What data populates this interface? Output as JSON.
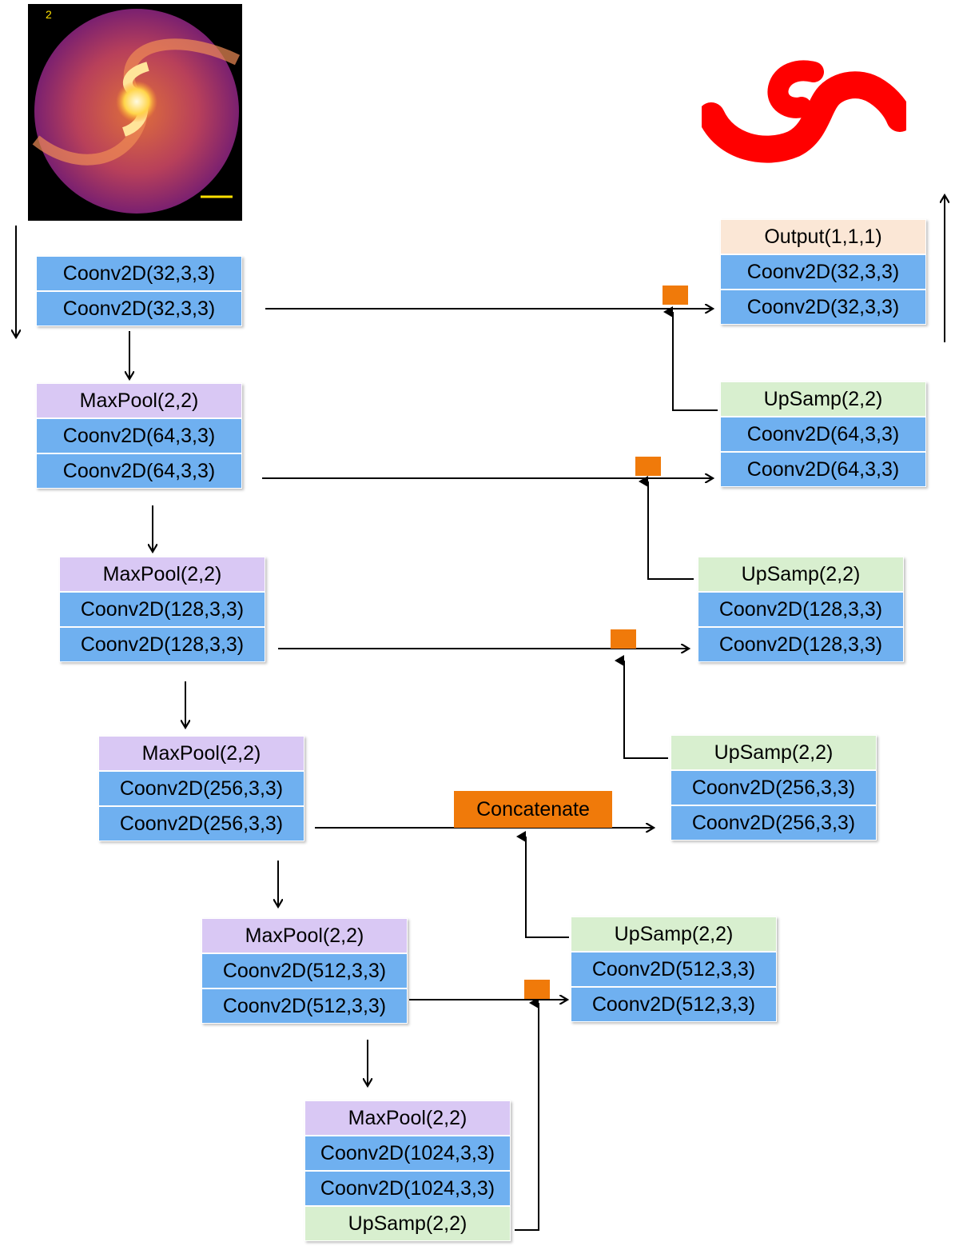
{
  "input_image": {
    "frame_label": "2"
  },
  "encoder": [
    {
      "id": "enc1",
      "rows": [
        {
          "kind": "conv",
          "label": "Coonv2D(32,3,3)"
        },
        {
          "kind": "conv",
          "label": "Coonv2D(32,3,3)"
        }
      ]
    },
    {
      "id": "enc2",
      "rows": [
        {
          "kind": "pool",
          "label": "MaxPool(2,2)"
        },
        {
          "kind": "conv",
          "label": "Coonv2D(64,3,3)"
        },
        {
          "kind": "conv",
          "label": "Coonv2D(64,3,3)"
        }
      ]
    },
    {
      "id": "enc3",
      "rows": [
        {
          "kind": "pool",
          "label": "MaxPool(2,2)"
        },
        {
          "kind": "conv",
          "label": "Coonv2D(128,3,3)"
        },
        {
          "kind": "conv",
          "label": "Coonv2D(128,3,3)"
        }
      ]
    },
    {
      "id": "enc4",
      "rows": [
        {
          "kind": "pool",
          "label": "MaxPool(2,2)"
        },
        {
          "kind": "conv",
          "label": "Coonv2D(256,3,3)"
        },
        {
          "kind": "conv",
          "label": "Coonv2D(256,3,3)"
        }
      ]
    },
    {
      "id": "enc5",
      "rows": [
        {
          "kind": "pool",
          "label": "MaxPool(2,2)"
        },
        {
          "kind": "conv",
          "label": "Coonv2D(512,3,3)"
        },
        {
          "kind": "conv",
          "label": "Coonv2D(512,3,3)"
        }
      ]
    },
    {
      "id": "bottleneck",
      "rows": [
        {
          "kind": "pool",
          "label": "MaxPool(2,2)"
        },
        {
          "kind": "conv",
          "label": "Coonv2D(1024,3,3)"
        },
        {
          "kind": "conv",
          "label": "Coonv2D(1024,3,3)"
        },
        {
          "kind": "up",
          "label": "UpSamp(2,2)"
        }
      ]
    }
  ],
  "decoder": [
    {
      "id": "dec1",
      "rows": [
        {
          "kind": "out",
          "label": "Output(1,1,1)"
        },
        {
          "kind": "conv",
          "label": "Coonv2D(32,3,3)"
        },
        {
          "kind": "conv",
          "label": "Coonv2D(32,3,3)"
        }
      ]
    },
    {
      "id": "dec2",
      "rows": [
        {
          "kind": "up",
          "label": "UpSamp(2,2)"
        },
        {
          "kind": "conv",
          "label": "Coonv2D(64,3,3)"
        },
        {
          "kind": "conv",
          "label": "Coonv2D(64,3,3)"
        }
      ]
    },
    {
      "id": "dec3",
      "rows": [
        {
          "kind": "up",
          "label": "UpSamp(2,2)"
        },
        {
          "kind": "conv",
          "label": "Coonv2D(128,3,3)"
        },
        {
          "kind": "conv",
          "label": "Coonv2D(128,3,3)"
        }
      ]
    },
    {
      "id": "dec4",
      "rows": [
        {
          "kind": "up",
          "label": "UpSamp(2,2)"
        },
        {
          "kind": "conv",
          "label": "Coonv2D(256,3,3)"
        },
        {
          "kind": "conv",
          "label": "Coonv2D(256,3,3)"
        }
      ]
    },
    {
      "id": "dec5",
      "rows": [
        {
          "kind": "up",
          "label": "UpSamp(2,2)"
        },
        {
          "kind": "conv",
          "label": "Coonv2D(512,3,3)"
        },
        {
          "kind": "conv",
          "label": "Coonv2D(512,3,3)"
        }
      ]
    }
  ],
  "concatenate_label": "Concatenate",
  "colors": {
    "conv": "#6fb0f0",
    "pool": "#d9c8f4",
    "up": "#d8efcf",
    "out": "#fbe7d6",
    "concat": "#f07a0a",
    "mask": "#ff0000"
  }
}
